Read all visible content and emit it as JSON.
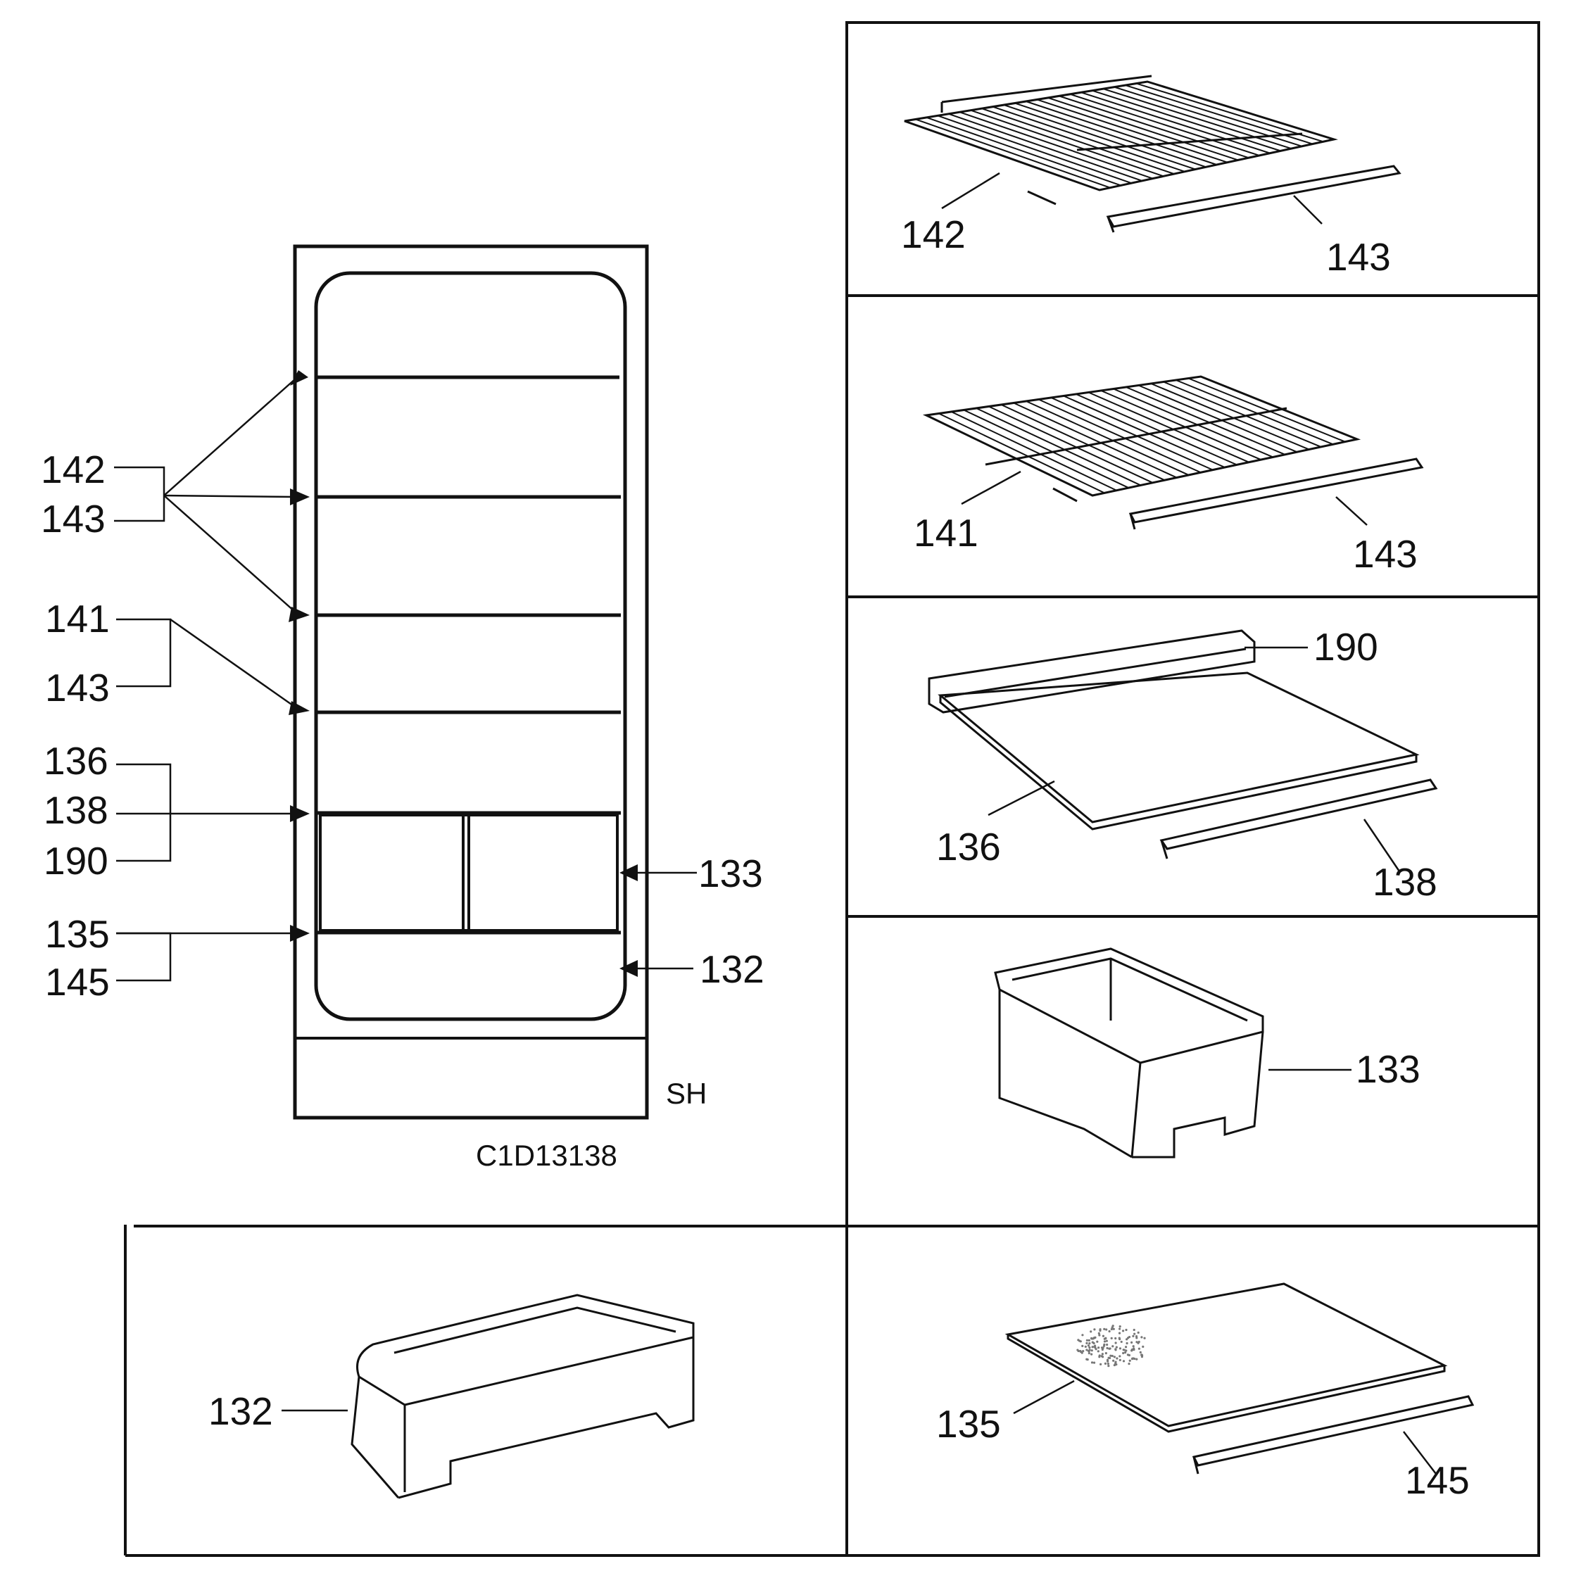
{
  "colors": {
    "line": "#111111",
    "background": "#ffffff"
  },
  "overview": {
    "left_labels": {
      "g1_top": "142",
      "g1_bottom": "143",
      "g2_top": "141",
      "g2_bottom": "143",
      "g3_a": "136",
      "g3_b": "138",
      "g3_c": "190",
      "g4_top": "135",
      "g4_bottom": "145"
    },
    "right_labels": {
      "crisper_drawer": "133",
      "bottom_drawer": "132"
    },
    "side_mark": "SH",
    "drawing_code": "C1D13138"
  },
  "panels": {
    "wire_shelf_top": {
      "shelf": "142",
      "rail": "143"
    },
    "wire_shelf_mid": {
      "shelf": "141",
      "rail": "143"
    },
    "glass_shelf": {
      "profile": "190",
      "glass": "136",
      "rail": "138"
    },
    "crisper": {
      "drawer": "133"
    },
    "bottom_drawer": {
      "drawer": "132"
    },
    "cover_glass": {
      "glass": "135",
      "rail": "145"
    }
  }
}
